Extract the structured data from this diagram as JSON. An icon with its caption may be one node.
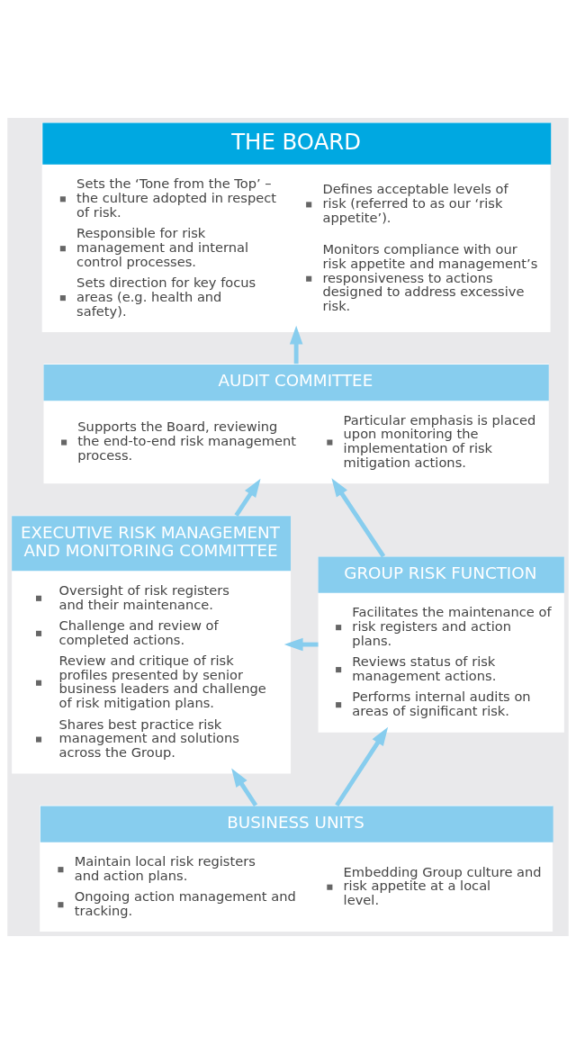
{
  "diagram": {
    "nodes": [
      {
        "text": [
          "THE BOARD",
          "Sets the ‘Tone from the Top’ – the culture adopted in respect of risk.",
          "Responsible for risk management and internal control processes.",
          "Sets direction for key focus areas (e.g. health and safety).",
          "Defines acceptable levels of risk (referred to as our ‘risk appetite’).",
          "Monitors compliance with our risk appetite and management’s responsiveness to actions designed to address excessive risk."
        ]
      },
      {
        "text": [
          "AUDIT COMMITTEE",
          "Supports the Board, reviewing the end-to-end risk management process.",
          "Particular emphasis is placed upon monitoring the implementation of risk mitigation actions."
        ]
      },
      {
        "text": [
          "EXECUTIVE RISK MANAGEMENT AND MONITORING COMMITTEE",
          "Oversight of risk registers and their maintenance.",
          "Challenge and review of completed actions.",
          "Review and critique of risk profiles presented by senior business leaders and challenge of risk mitigation plans.",
          "Shares best practice risk management and solutions across the Group."
        ]
      },
      {
        "text": [
          "GROUP RISK FUNCTION",
          "Facilitates the maintenance of risk registers and action plans.",
          "Reviews status of risk management actions.",
          "Performs internal audits on areas of significant risk."
        ]
      },
      {
        "text": [
          "BUSINESS UNITS",
          "Maintain local risk registers and action plans.",
          "Ongoing action management and tracking.",
          "Embedding Group culture and risk appetite at a local level."
        ]
      }
    ],
    "edges": [
      {
        "from": 1,
        "to": 0,
        "arrow": "to"
      },
      {
        "from": 2,
        "to": 1,
        "arrow": "to"
      },
      {
        "from": 3,
        "to": 1,
        "arrow": "to"
      },
      {
        "from": 3,
        "to": 2,
        "arrow": "to"
      },
      {
        "from": 4,
        "to": 2,
        "arrow": "to"
      },
      {
        "from": 4,
        "to": 3,
        "arrow": "to"
      }
    ]
  }
}
